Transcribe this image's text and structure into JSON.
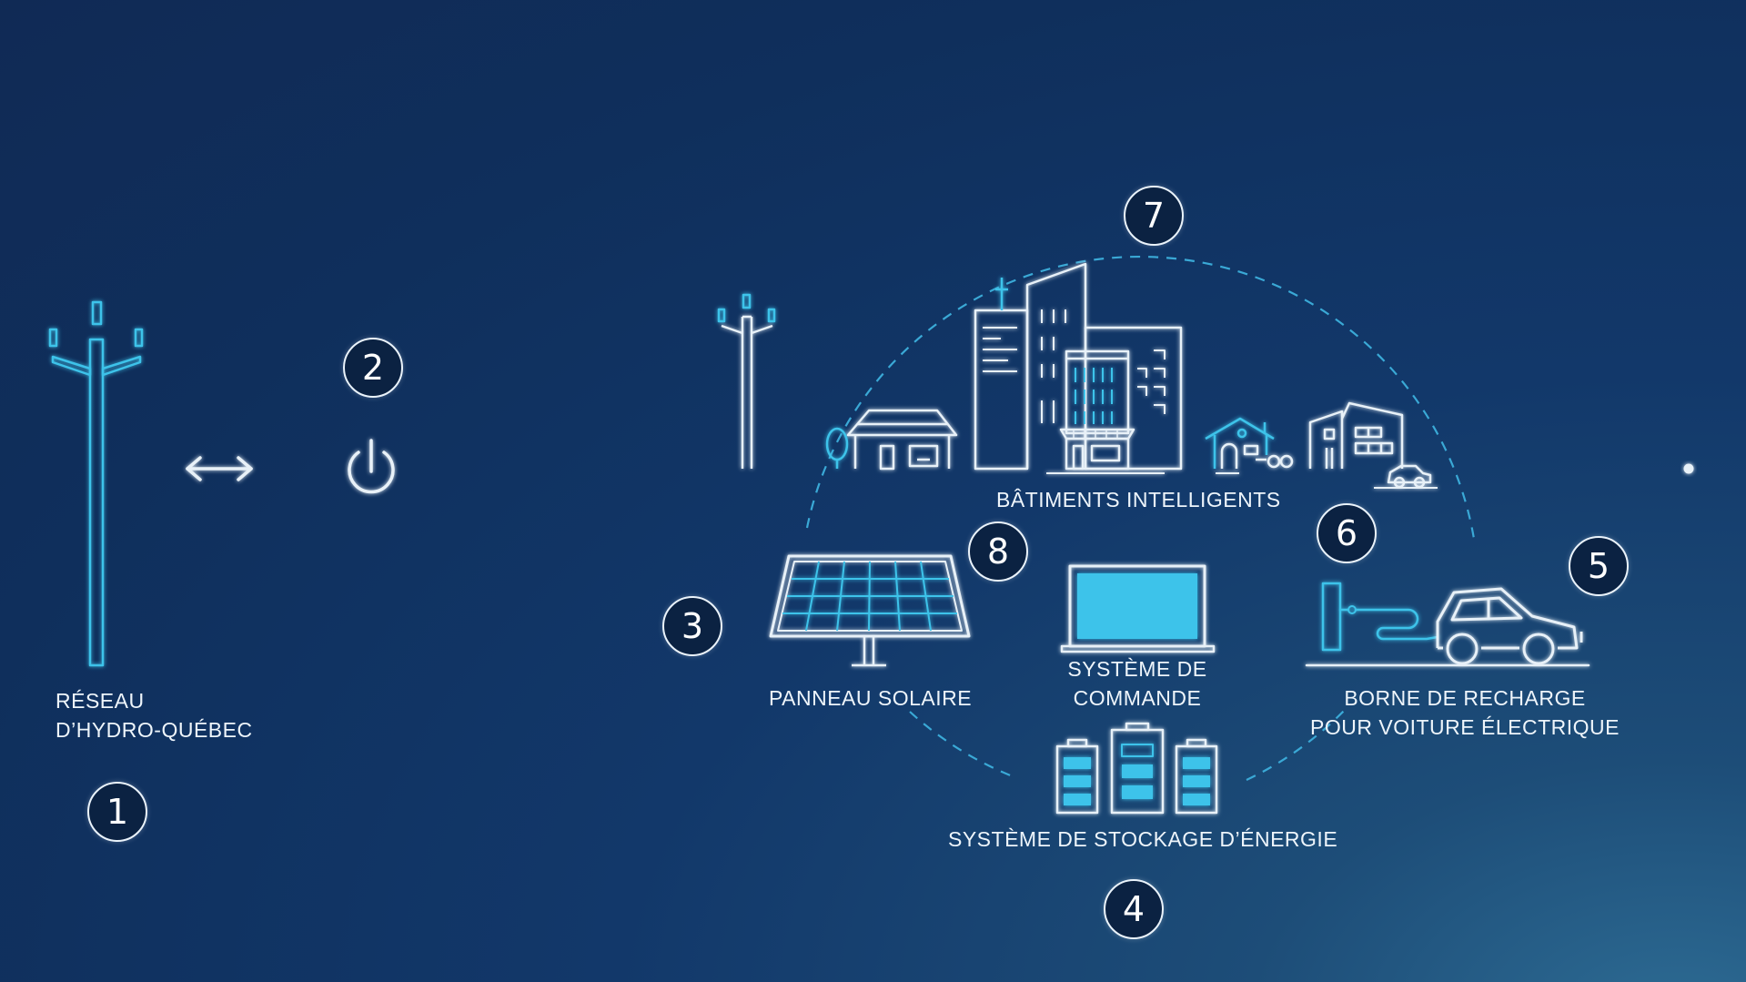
{
  "colors": {
    "line": "#e8f1f8",
    "accent": "#3ec3ea",
    "badge_fill": "#0b2242",
    "dashed_circle": "#3aa9d6"
  },
  "labels": {
    "grid": [
      "Réseau",
      "d’Hydro-Québec"
    ],
    "smart_buildings": "Bâtiments intelligents",
    "solar_panel": "Panneau solaire",
    "control_system": [
      "Système de",
      "commande"
    ],
    "ev_charger": [
      "Borne de recharge",
      "pour voiture électrique"
    ],
    "storage": "Système de stockage d’énergie"
  },
  "badges": [
    "1",
    "2",
    "3",
    "4",
    "5",
    "6",
    "7",
    "8"
  ]
}
